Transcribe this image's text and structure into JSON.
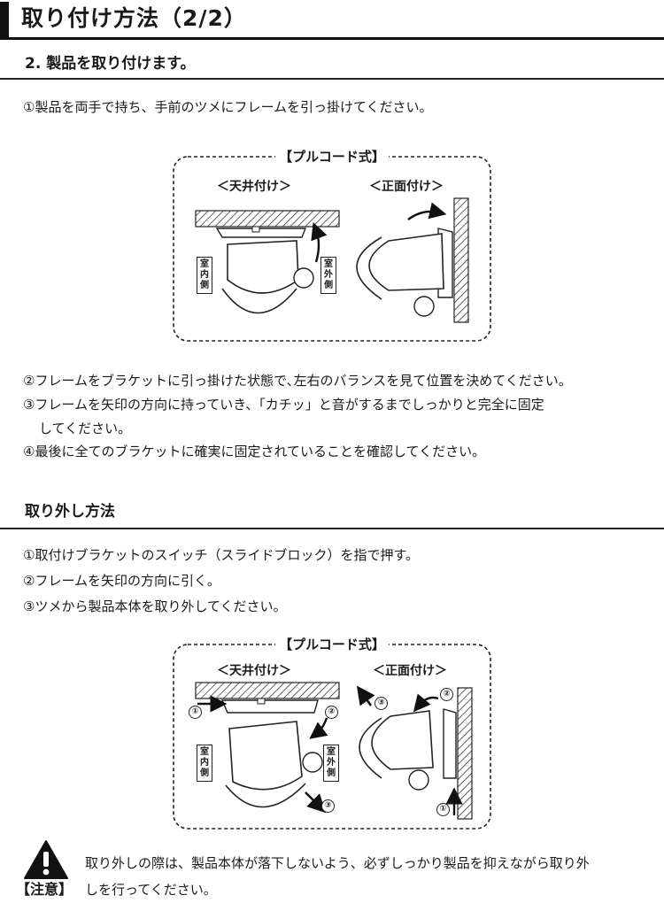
{
  "header": {
    "title": "取り付け方法（2/2）"
  },
  "install": {
    "heading": "2. 製品を取り付けます。",
    "step1": "①製品を両手で持ち、手前のツメにフレームを引っ掛けてください。",
    "diagram": {
      "title": "【プルコード式】",
      "ceiling_label": "＜天井付け＞",
      "front_label": "＜正面付け＞",
      "indoor_label": [
        "室",
        "内",
        "側"
      ],
      "outdoor_label": [
        "室",
        "外",
        "側"
      ]
    },
    "step2": "②フレームをブラケットに引っ掛けた状態で､左右のバランスを見て位置を決めてください。",
    "step3_line1": "③フレームを矢印の方向に持っていき、「カチッ」と音がするまでしっかりと完全に固定",
    "step3_line2": "してください。",
    "step4": "④最後に全てのブラケットに確実に固定されていることを確認してください。"
  },
  "removal": {
    "heading": "取り外し方法",
    "step1": "①取付けブラケットのスイッチ（スライドブロック）を指で押す。",
    "step2": "②フレームを矢印の方向に引く。",
    "step3": "③ツメから製品本体を取り外してください。",
    "diagram": {
      "title": "【プルコード式】",
      "ceiling_label": "＜天井付け＞",
      "front_label": "＜正面付け＞",
      "indoor_label": [
        "室",
        "内",
        "側"
      ],
      "outdoor_label": [
        "室",
        "外",
        "側"
      ],
      "num1": "①",
      "num2": "②",
      "num3": "③"
    }
  },
  "caution": {
    "label": "【注意】",
    "line1": "取り外しの際は、製品本体が落下しないよう、必ずしっかり製品を抑えながら取り外",
    "line2": "しを行ってください。",
    "icon": "warning-triangle-icon"
  }
}
